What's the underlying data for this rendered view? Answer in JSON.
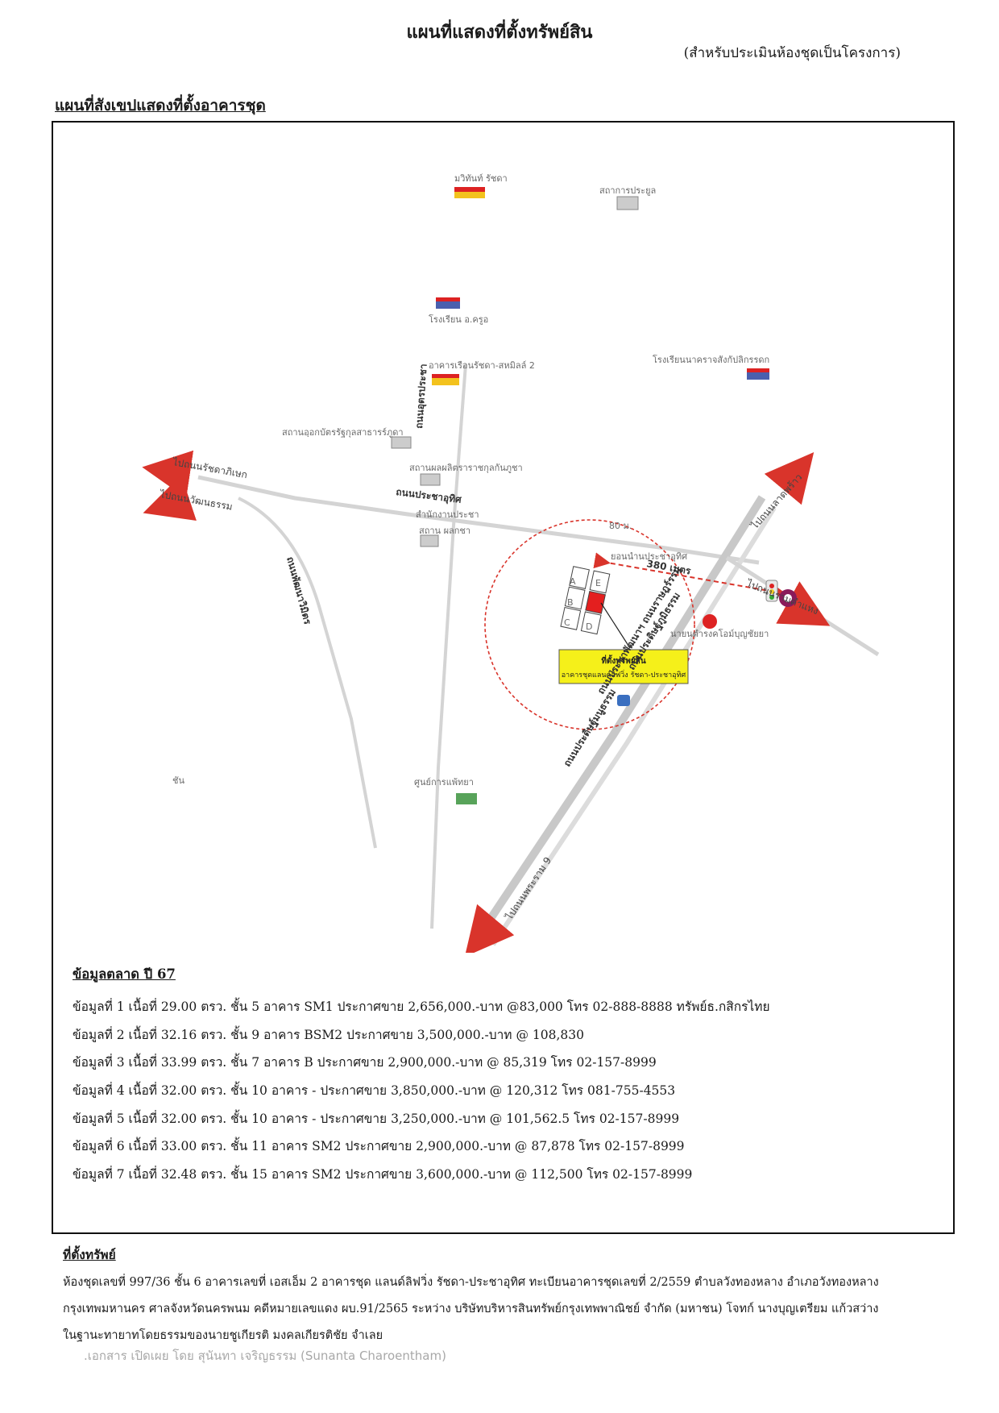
{
  "header": {
    "title": "แผนที่แสดงที่ตั้งทรัพย์สิน",
    "subtitle": "(สำหรับประเมินห้องชุดเป็นโครงการ)"
  },
  "sketch": {
    "title": "แผนที่สังเขปแสดงที่ตั้งอาคารชุด"
  },
  "map": {
    "pois": {
      "school_top": "มวิทันท์ รัชดา",
      "office_top_right": "สถาการประยูล",
      "school_mid": "โรงเรียน อ.ครูอ",
      "tower_mid": "อาคารเรือนรัชดา-สหมิลล์ 2",
      "school_right": "โรงเรียนนาคราจสังกัปลิกรรดก",
      "office_left": "สถานอฺอกบัตรรัฐกุลสาธารร์ภูดา",
      "office_mid": "สถานผลผลิตราราชกุลกันภูชา",
      "office_lower": "สำนักงานประชา",
      "office_lower2": "สถาน ผลกชา",
      "ref_lbl": "80 ม.",
      "station": "ยอนนำนประชาอุทิศ",
      "market": "นายนตำรงคโอม์บุญชัยยา",
      "bottom_poi": "ศูนย์การแพ้ทยา",
      "small_mark": "ชัน"
    },
    "roads": {
      "main": "ถนนประชาอุทิศ",
      "vertical": "ถนนอุตรประชา",
      "left_road": "ถนนพัฒนาวิมิตร",
      "pracha": "ถนนประชาพัฒนาฯ ถนนราษฎร์รรม",
      "diag1": "ถนนประดิษฐ์ภูมิธรรม",
      "diag2": "ถนนประดิษฐ์มนูธรรม"
    },
    "directions": {
      "west1": "ไปถนนรัชดาภิเษก",
      "west2": "ไปถนนวัฒนธรรม",
      "ne": "ไปถนนลาดพร้าว",
      "east": "ไปถนนรามคำแหง",
      "sw": "ไปถนนพระราม 9"
    },
    "distance_label": "380 เมตร",
    "subject_label": {
      "line1": "ที่ตั้งทรัพย์สิน",
      "line2": "อาคารชุดแลนด์ลิฟวิ่ง รัชดา-ประชาอุทิศ"
    },
    "building_letters": [
      "A",
      "B",
      "C",
      "D",
      "E"
    ],
    "colors": {
      "subject": "#e41f1f",
      "label_bg": "#f5f01a",
      "distance": "#d9342b",
      "radius_circle": "#d9342b",
      "road": "#cfcfcf",
      "arrow": "#d22222"
    }
  },
  "market_data": {
    "heading": "ข้อมูลตลาด ปี 67",
    "rows": [
      "ข้อมูลที่ 1  เนื้อที่ 29.00 ตรว.  ชั้น 5 อาคาร SM1   ประกาศขาย 2,656,000.-บาท @83,000 โทร 02-888-8888 ทรัพย์ธ.กสิกรไทย",
      "ข้อมูลที่ 2  เนื้อที่ 32.16 ตรว.  ชั้น 9 อาคาร BSM2  ประกาศขาย 3,500,000.-บาท @ 108,830",
      "ข้อมูลที่ 3  เนื้อที่ 33.99 ตรว.  ชั้น 7 อาคาร B          ประกาศขาย 2,900,000.-บาท @ 85,319 โทร 02-157-8999",
      "ข้อมูลที่ 4  เนื้อที่ 32.00 ตรว.  ชั้น 10 อาคาร -          ประกาศขาย 3,850,000.-บาท @ 120,312 โทร 081-755-4553",
      "ข้อมูลที่ 5  เนื้อที่ 32.00 ตรว.  ชั้น 10  อาคาร -         ประกาศขาย 3,250,000.-บาท @ 101,562.5 โทร 02-157-8999",
      "ข้อมูลที่ 6  เนื้อที่ 33.00 ตรว.  ชั้น 11  อาคาร SM2  ประกาศขาย 2,900,000.-บาท @ 87,878 โทร 02-157-8999",
      "ข้อมูลที่ 7  เนื้อที่ 32.48 ตรว.  ชั้น 15  อาคาร SM2  ประกาศขาย 3,600,000.-บาท @ 112,500 โทร 02-157-8999"
    ]
  },
  "location": {
    "heading": "ที่ตั้งทรัพย์",
    "lines": [
      "ห้องชุดเลขที่  997/36   ชั้น  6   อาคารเลขที่  เอสเอ็ม 2   อาคารชุด แลนด์ลิฟวิ่ง รัชดา-ประชาอุทิศ   ทะเบียนอาคารชุดเลขที่  2/2559   ตำบลวังทองหลาง   อำเภอวังทองหลาง",
      "กรุงเทพมหานคร   ศาลจังหวัดนครพนม   คดีหมายเลขแดง  ผบ.91/2565  ระหว่าง  บริษัทบริหารสินทรัพย์กรุงเทพพาณิชย์ จำกัด (มหาชน)  โจทก์   นางบุญเตรียม แก้วสว่าง",
      "ในฐานะทายาทโดยธรรมของนายชูเกียรติ  มงคลเกียรติชัย   จำเลย"
    ]
  },
  "watermark": ".เอกสาร เปิดเผย โดย สุนันทา เจริญธรรม (Sunanta Charoentham)"
}
